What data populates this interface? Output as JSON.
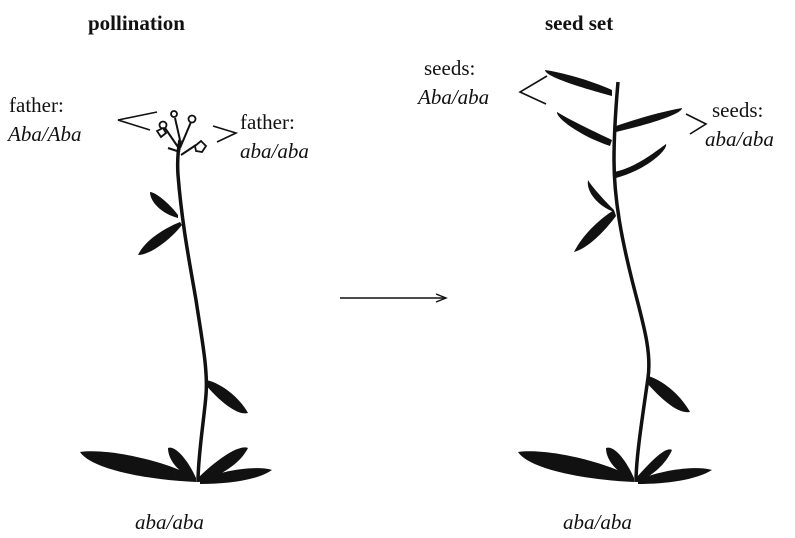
{
  "titles": {
    "left": "pollination",
    "right": "seed set"
  },
  "left_plant": {
    "father_left_label": "father:",
    "father_left_genotype": "Aba/Aba",
    "father_right_label": "father:",
    "father_right_genotype": "aba/aba",
    "mother_genotype": "aba/aba"
  },
  "right_plant": {
    "seeds_left_label": "seeds:",
    "seeds_left_genotype": "Aba/aba",
    "seeds_right_label": "seeds:",
    "seeds_right_genotype": "aba/aba",
    "mother_genotype": "aba/aba"
  },
  "colors": {
    "ink": "#111111",
    "background": "#ffffff"
  }
}
